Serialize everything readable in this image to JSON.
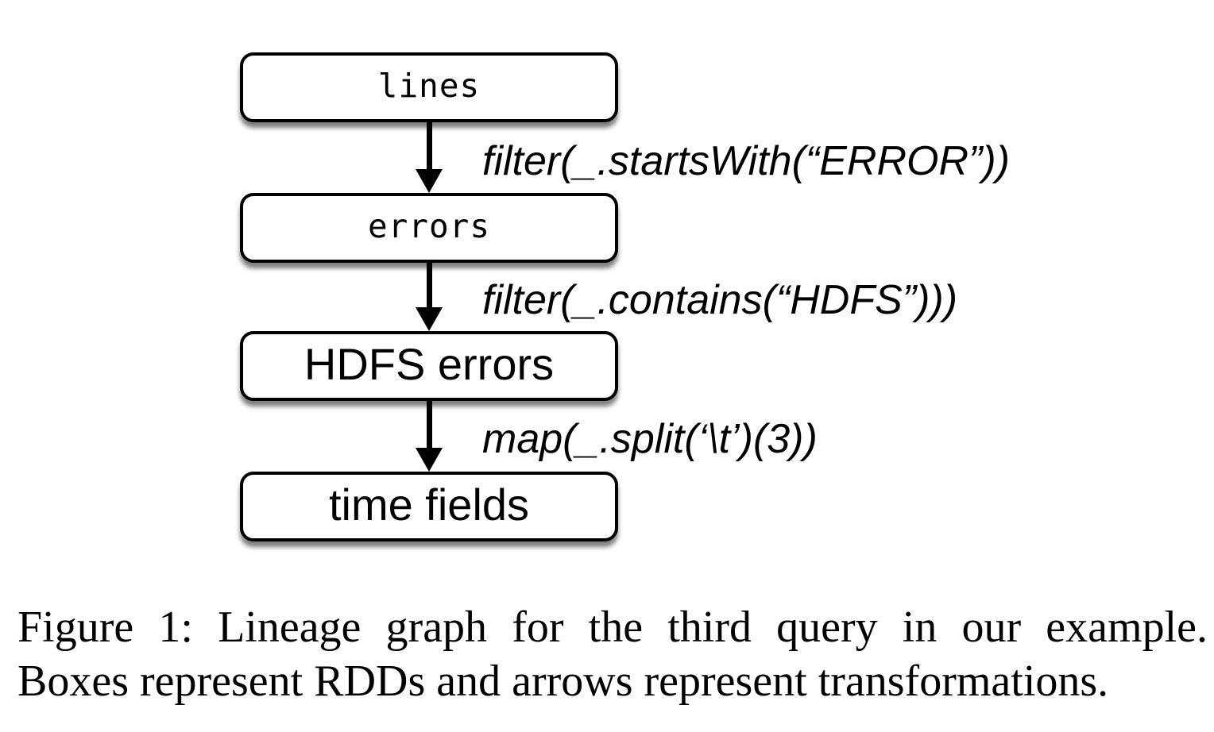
{
  "figure": {
    "nodes": [
      {
        "label": "lines"
      },
      {
        "label": "errors"
      },
      {
        "label": "HDFS errors"
      },
      {
        "label": "time fields"
      }
    ],
    "edges": [
      {
        "label": "filter(_.startsWith(“ERROR”))"
      },
      {
        "label": "filter(_.contains(“HDFS”)))"
      },
      {
        "label": "map(_.split(‘\\t’)(3))"
      }
    ]
  },
  "caption": {
    "line1": "Figure 1: Lineage graph for the third query in our example.",
    "line2": "Boxes represent RDDs and arrows represent transformations."
  },
  "colors": {
    "ink": "#000000",
    "node_fill": "#ffffff",
    "background": "#ffffff"
  }
}
